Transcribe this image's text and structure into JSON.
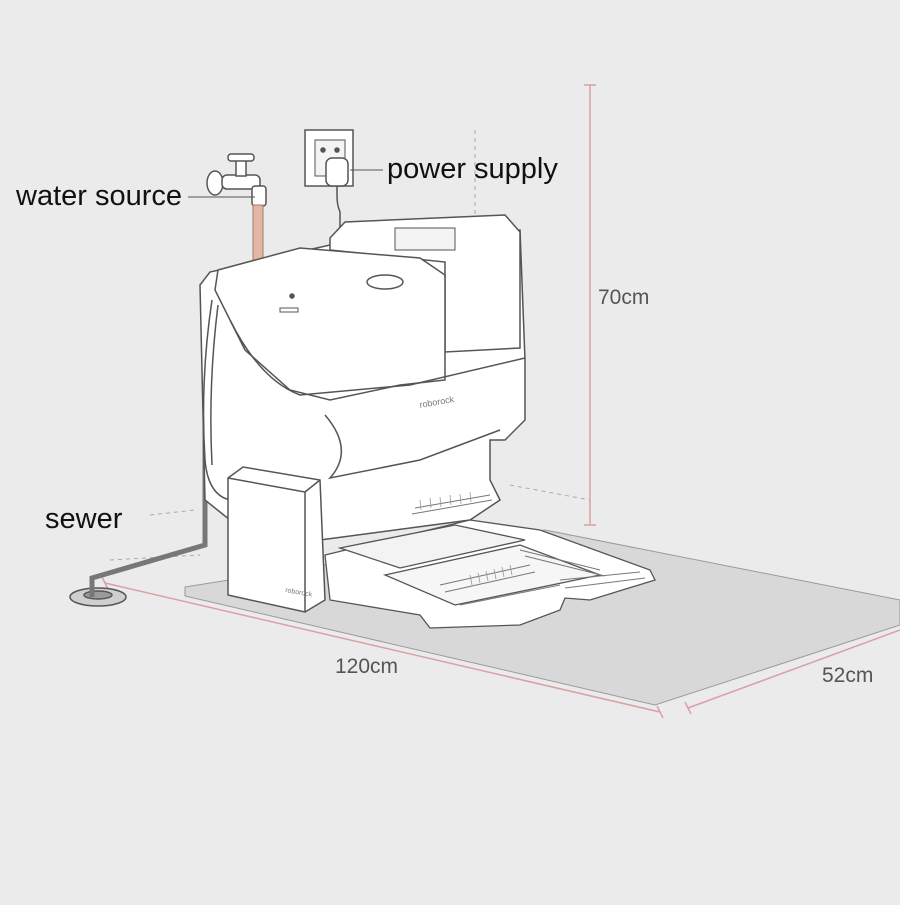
{
  "labels": {
    "water_source": "water source",
    "power_supply": "power supply",
    "sewer": "sewer",
    "height": "70cm",
    "length": "120cm",
    "depth": "52cm"
  },
  "branding": {
    "logo_text": "roborock"
  },
  "colors": {
    "background": "#ebebeb",
    "floor_mat": "#d9d9d9",
    "dimension_line": "#d9a0a6",
    "water_pipe": "#e3b7a4",
    "outline": "#555555",
    "body": "#ffffff"
  }
}
